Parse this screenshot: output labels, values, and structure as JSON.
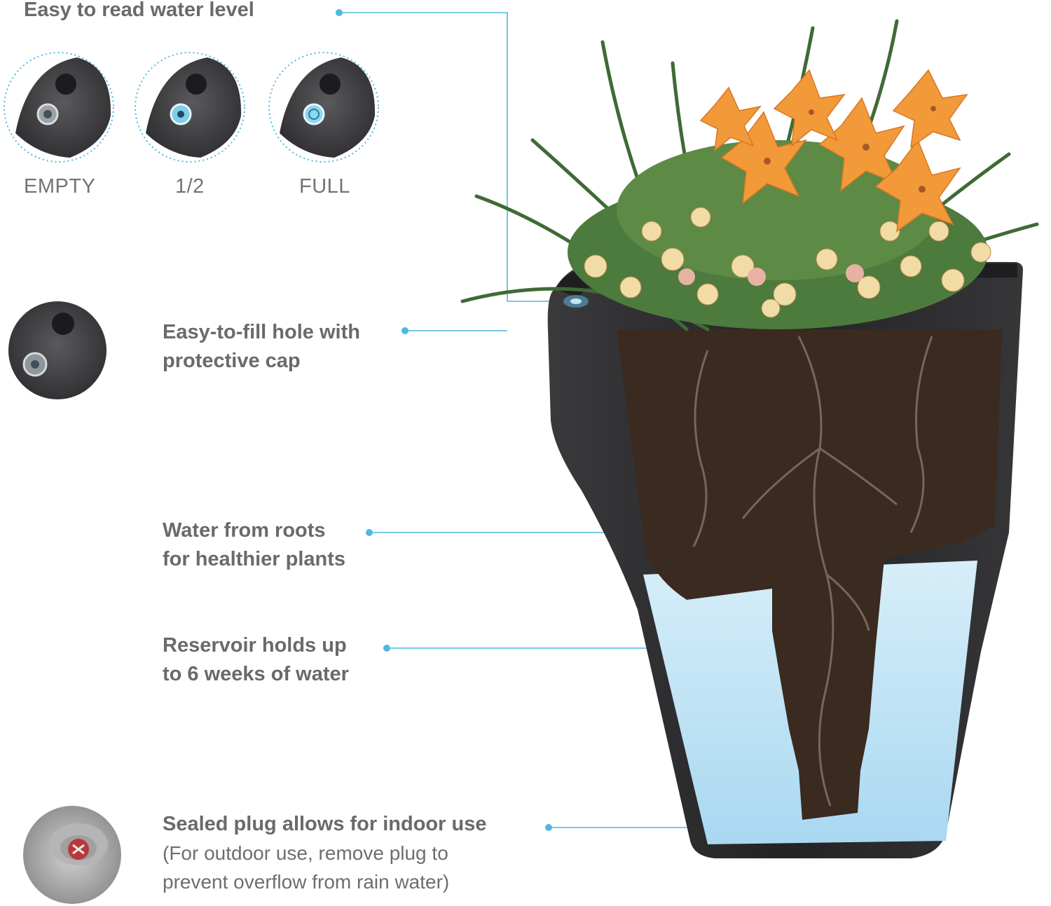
{
  "water_level": {
    "title": "Easy to read water level",
    "levels": [
      "EMPTY",
      "1/2",
      "FULL"
    ]
  },
  "callouts": {
    "fill_hole": {
      "line1": "Easy-to-fill hole with",
      "line2": "protective cap"
    },
    "roots": {
      "line1": "Water from roots",
      "line2": "for healthier  plants"
    },
    "reservoir": {
      "line1": "Reservoir holds up",
      "line2": "to 6 weeks of water"
    },
    "plug": {
      "line1": "Sealed plug allows for indoor use",
      "line2": "(For outdoor use, remove plug to",
      "line3": "prevent overflow from rain water)"
    }
  },
  "colors": {
    "accent": "#4fb8df",
    "text": "#6a6a6a",
    "planter": "#2b2b2d",
    "soil": "#3a2a20",
    "water": "#bfe4f6"
  }
}
